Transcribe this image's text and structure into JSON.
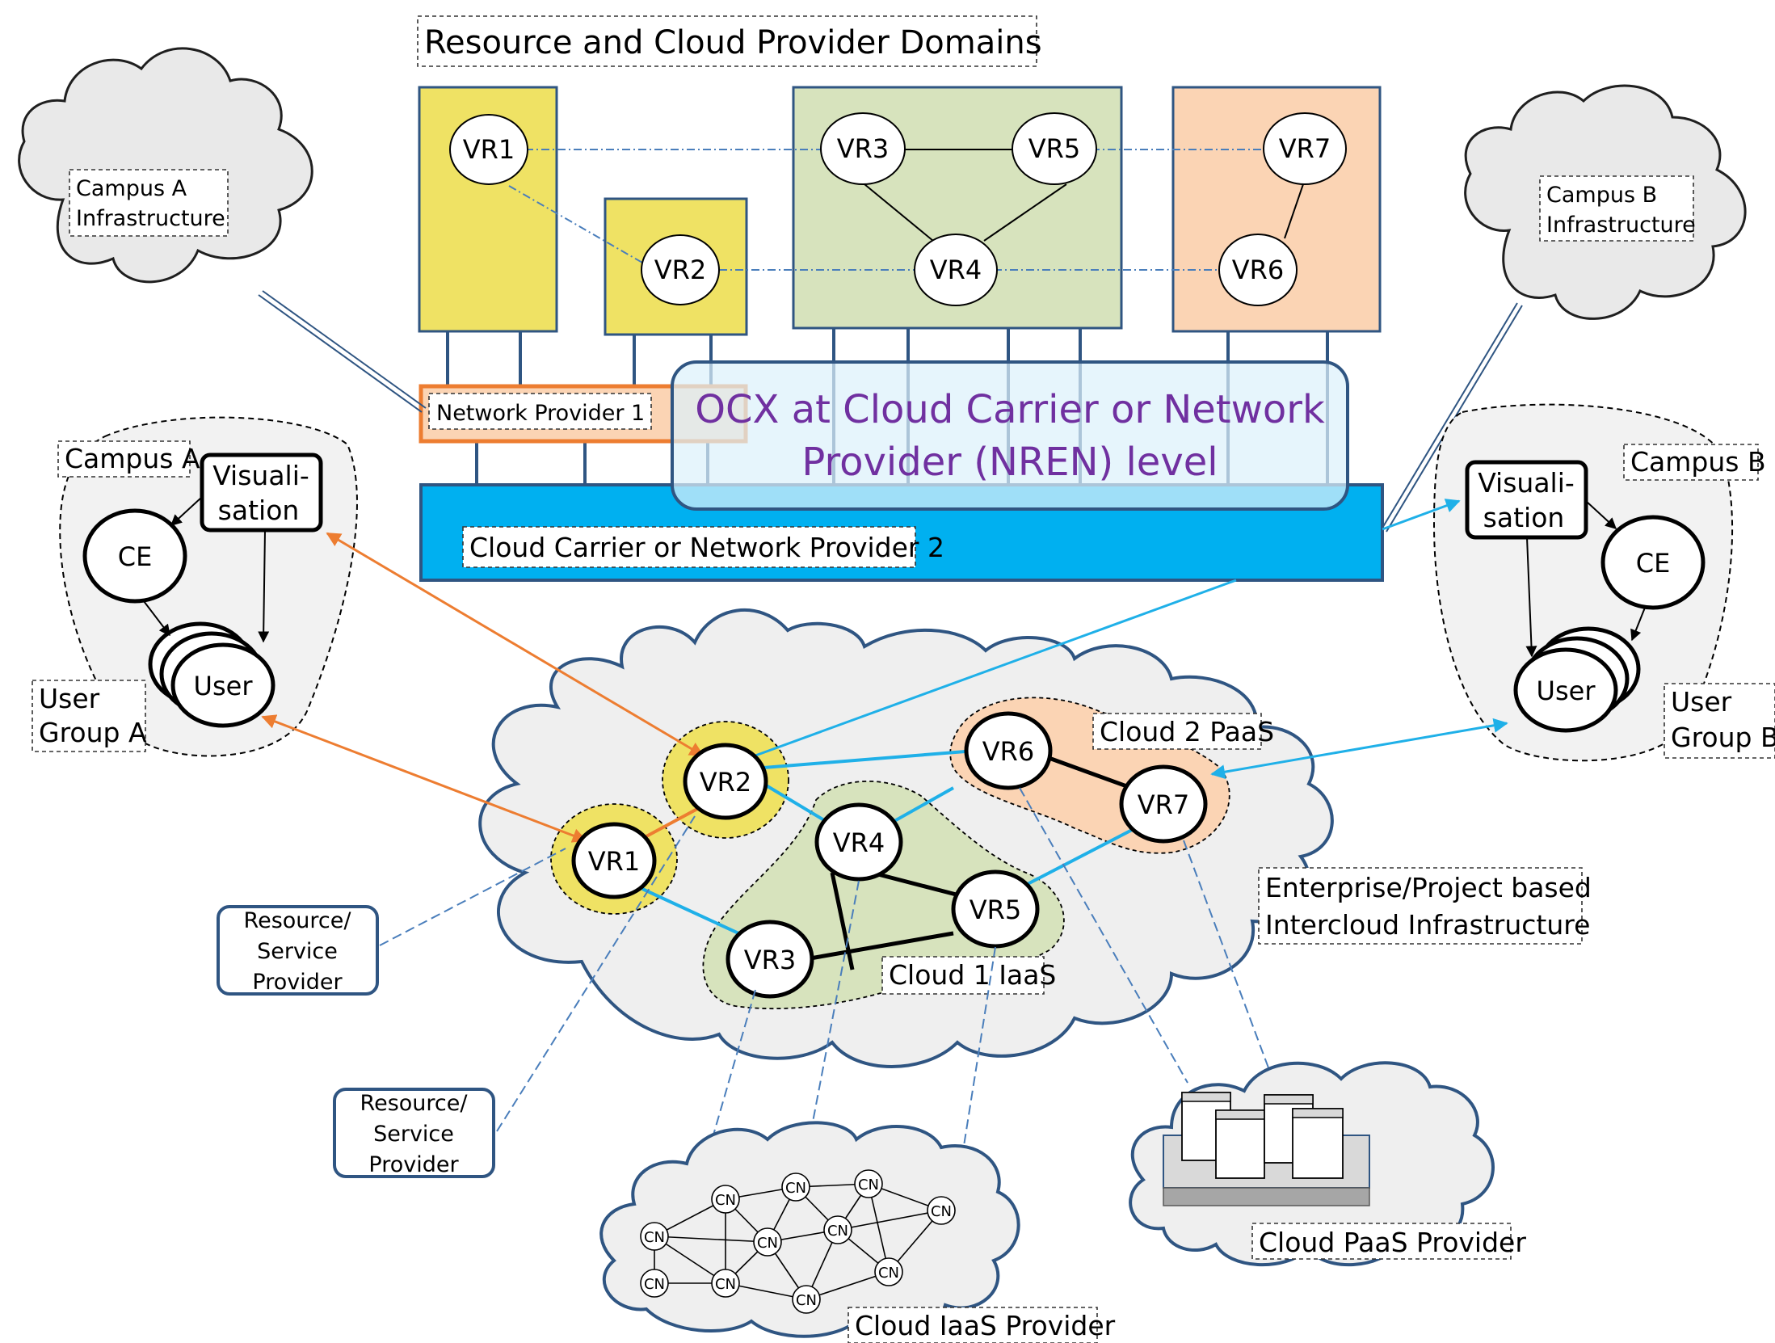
{
  "title": "Resource and Cloud Provider Domains",
  "top_nodes": [
    "VR1",
    "VR2",
    "VR3",
    "VR4",
    "VR5",
    "VR6",
    "VR7"
  ],
  "campus_a_infra": [
    "Campus A",
    "Infrastructure"
  ],
  "campus_b_infra": [
    "Campus B",
    "Infrastructure"
  ],
  "network_provider_1": "Network Provider 1",
  "ocx": [
    "OCX at Cloud Carrier or Network",
    "Provider (NREN) level"
  ],
  "carrier_2": "Cloud Carrier or Network Provider 2",
  "campus_a": {
    "label": "Campus A",
    "visualisation": [
      "Visuali-",
      "sation"
    ],
    "ce": "CE",
    "user": "User",
    "group": [
      "User",
      "Group A"
    ]
  },
  "campus_b": {
    "label": "Campus B",
    "visualisation": [
      "Visuali-",
      "sation"
    ],
    "ce": "CE",
    "user": "User",
    "group": [
      "User",
      "Group B"
    ]
  },
  "intercloud": {
    "nodes": [
      "VR1",
      "VR2",
      "VR3",
      "VR4",
      "VR5",
      "VR6",
      "VR7"
    ],
    "cloud1": "Cloud 1 IaaS",
    "cloud2": "Cloud 2 PaaS",
    "enterprise": [
      "Enterprise/Project based",
      "Intercloud Infrastructure"
    ]
  },
  "rsp1": [
    "Resource/",
    "Service",
    "Provider"
  ],
  "rsp2": [
    "Resource/",
    "Service",
    "Provider"
  ],
  "cn_label": "CN",
  "iaas_provider": "Cloud IaaS Provider",
  "paas_provider": "Cloud PaaS Provider",
  "colors": {
    "yellow": "#efe264",
    "green": "#d7e3bd",
    "peach": "#fbd4b4",
    "carrier": "#00b0f0",
    "ocx_text": "#7030a0",
    "orange": "#ed7d31",
    "cyan": "#1fb0e8",
    "frame_blue": "#2f5582"
  }
}
